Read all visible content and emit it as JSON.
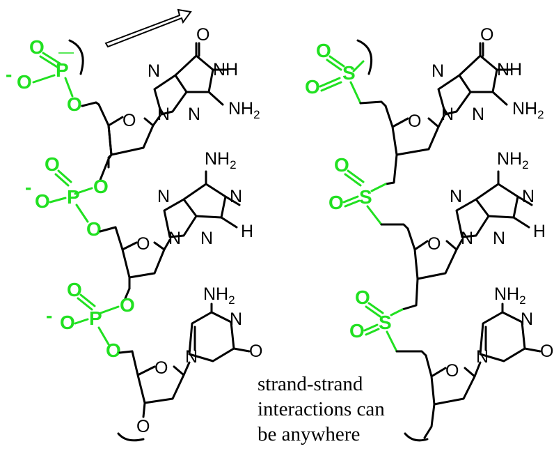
{
  "colors": {
    "green": "#21e021",
    "black": "#000000"
  },
  "atoms": {
    "O": "O",
    "N": "N",
    "NH": "NH",
    "NH2_base": "NH",
    "NH2_sub": "2",
    "H": "H",
    "P": "P",
    "S": "S",
    "minus": "-"
  },
  "caption": {
    "line1": "strand-strand",
    "line2": "interactions can",
    "line3": "be anywhere"
  }
}
